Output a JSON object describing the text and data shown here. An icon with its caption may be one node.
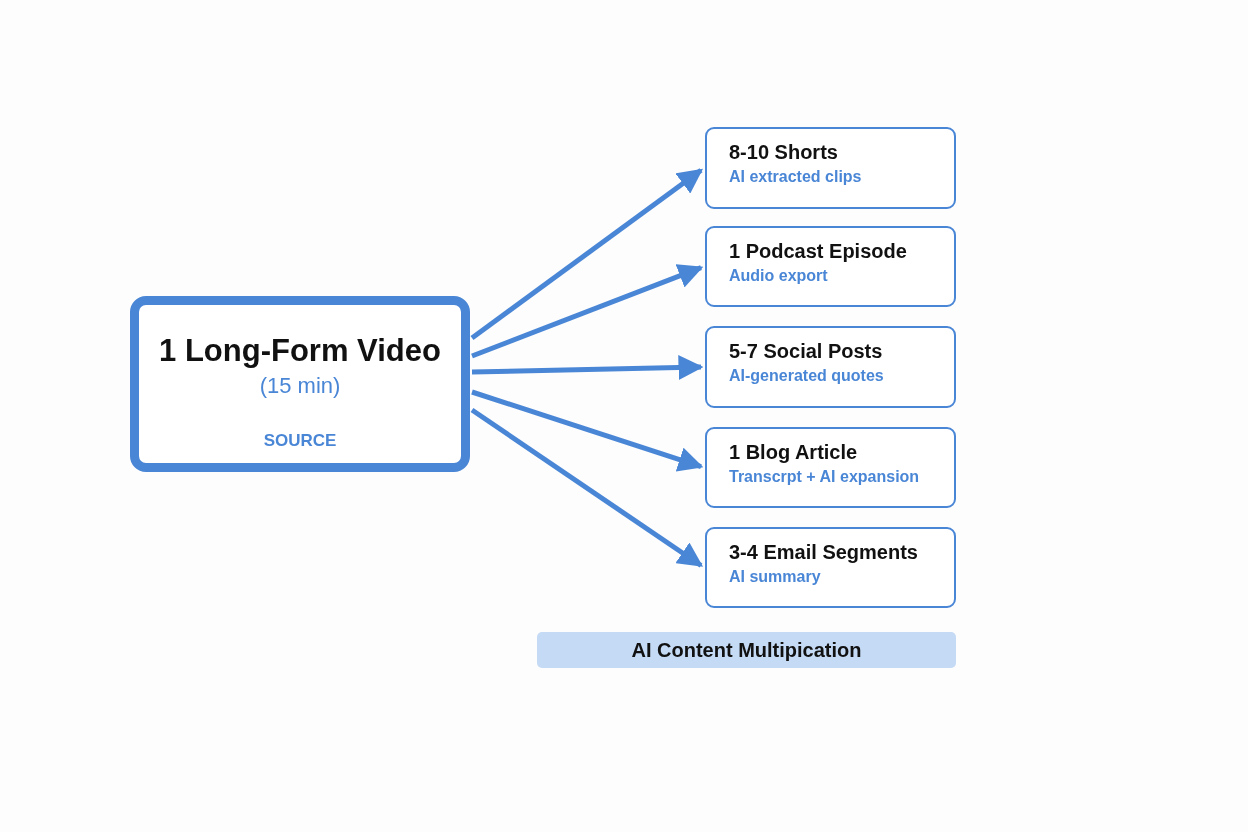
{
  "diagram": {
    "nodes": [
      {
        "text": [
          "1 Long-Form Video",
          "(15 min)",
          "SOURCE"
        ]
      },
      {
        "text": [
          "8-10 Shorts",
          "AI extracted clips"
        ]
      },
      {
        "text": [
          "1 Podcast Episode",
          "Audio export"
        ]
      },
      {
        "text": [
          "5-7 Social Posts",
          "AI-generated quotes"
        ]
      },
      {
        "text": [
          "1 Blog Article",
          "Transcrpt + AI expansion"
        ]
      },
      {
        "text": [
          "3-4 Email Segments",
          "AI summary"
        ]
      },
      {
        "text": [
          "AI Content Multipication"
        ]
      }
    ],
    "edges": [
      {
        "from": 0,
        "to": 1,
        "arrow": "to"
      },
      {
        "from": 0,
        "to": 2,
        "arrow": "to"
      },
      {
        "from": 0,
        "to": 3,
        "arrow": "to"
      },
      {
        "from": 0,
        "to": 4,
        "arrow": "to"
      },
      {
        "from": 0,
        "to": 5,
        "arrow": "to"
      }
    ]
  }
}
